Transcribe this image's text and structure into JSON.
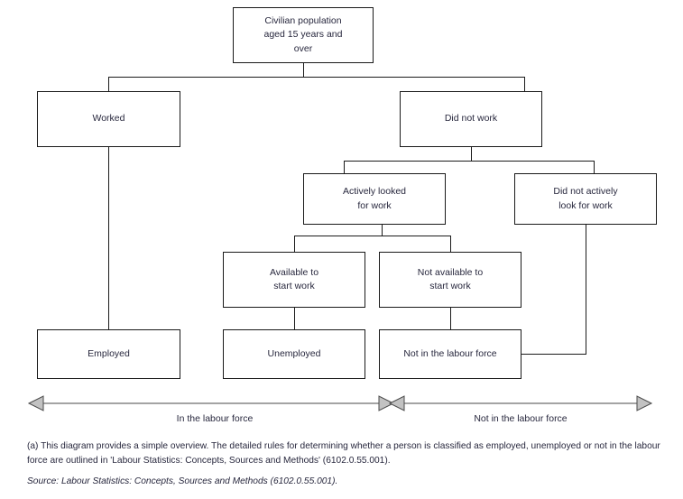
{
  "diagram": {
    "type": "flowchart",
    "title": "Labour force framework",
    "nodes": [
      {
        "id": "civilian-population",
        "label": "Civilian population aged 15 years and over",
        "level": 0
      },
      {
        "id": "worked",
        "label": "Worked",
        "level": 1
      },
      {
        "id": "did-not-work",
        "label": "Did not work",
        "level": 1
      },
      {
        "id": "actively-looked-for-work",
        "label": "Actively looked for work",
        "level": 2
      },
      {
        "id": "did-not-actively-look-for-work",
        "label": "Did not actively look for work",
        "level": 2
      },
      {
        "id": "available-to-start-work",
        "label": "Available to start work",
        "level": 3
      },
      {
        "id": "not-available-to-start-work",
        "label": "Not available to start work",
        "level": 3
      },
      {
        "id": "employed",
        "label": "Employed",
        "level": 4
      },
      {
        "id": "unemployed",
        "label": "Unemployed",
        "level": 4
      },
      {
        "id": "not-in-the-labour-force",
        "label": "Not in the labour force",
        "level": 4
      }
    ],
    "edges": [
      {
        "from": "civilian-population",
        "to": "worked"
      },
      {
        "from": "civilian-population",
        "to": "did-not-work"
      },
      {
        "from": "worked",
        "to": "employed"
      },
      {
        "from": "did-not-work",
        "to": "actively-looked-for-work"
      },
      {
        "from": "did-not-work",
        "to": "did-not-actively-look-for-work"
      },
      {
        "from": "actively-looked-for-work",
        "to": "available-to-start-work"
      },
      {
        "from": "actively-looked-for-work",
        "to": "not-available-to-start-work"
      },
      {
        "from": "available-to-start-work",
        "to": "unemployed"
      },
      {
        "from": "not-available-to-start-work",
        "to": "not-in-the-labour-force"
      },
      {
        "from": "did-not-actively-look-for-work",
        "to": "not-in-the-labour-force"
      }
    ]
  },
  "boxes": {
    "civilian_population": {
      "line1": "Civilian population",
      "line2": "aged 15 years and",
      "line3": "over"
    },
    "worked": "Worked",
    "did_not_work": "Did not work",
    "actively_looked": {
      "line1": "Actively looked",
      "line2": "for work"
    },
    "did_not_actively_look": {
      "line1": "Did not actively",
      "line2": "look for work"
    },
    "available_to_start": {
      "line1": "Available to",
      "line2": "start work"
    },
    "not_available_to_start": {
      "line1": "Not available to",
      "line2": "start work"
    },
    "employed": "Employed",
    "unemployed": "Unemployed",
    "not_in_labour_force": "Not in the labour force"
  },
  "ranges": {
    "in_labour_force": "In the labour force",
    "not_in_labour_force": "Not in the labour force"
  },
  "footnotes": {
    "note_line1": "(a) This diagram provides a simple overview. The detailed rules for determining whether a person is classified as employed, unemployed or",
    "note_line2": "not in the labour force are outlined in 'Labour Statistics: Concepts, Sources and Methods' (6102.0.55.001).",
    "source": "Source: Labour Statistics: Concepts, Sources and Methods (6102.0.55.001)."
  },
  "colors": {
    "line": "#1a1a1a",
    "text": "#27273d",
    "arrow_fill": "#b8b8b8",
    "background": "#ffffff"
  }
}
